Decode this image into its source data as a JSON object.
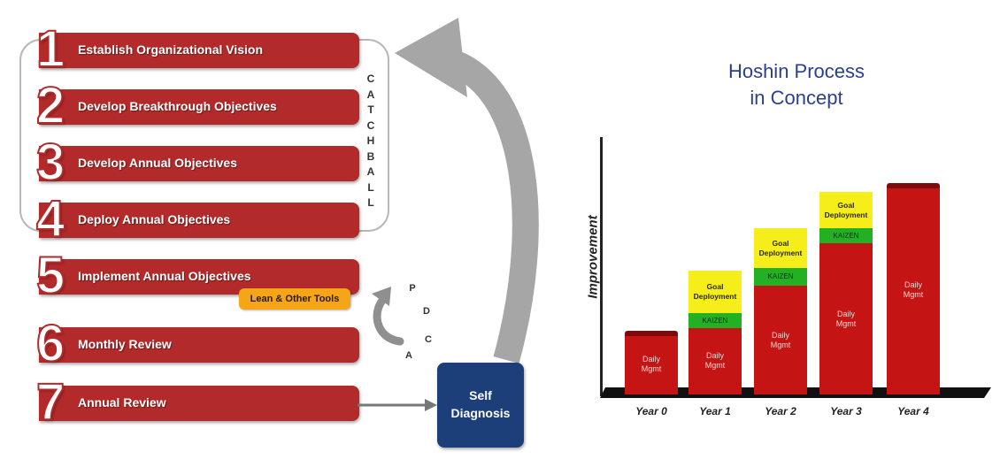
{
  "steps": [
    {
      "num": "1",
      "label": "Establish Organizational Vision"
    },
    {
      "num": "2",
      "label": "Develop Breakthrough Objectives"
    },
    {
      "num": "3",
      "label": "Develop Annual Objectives"
    },
    {
      "num": "4",
      "label": "Deploy Annual Objectives"
    },
    {
      "num": "5",
      "label": "Implement Annual Objectives"
    },
    {
      "num": "6",
      "label": "Monthly Review"
    },
    {
      "num": "7",
      "label": "Annual Review"
    }
  ],
  "catchball_letters": [
    "C",
    "A",
    "T",
    "C",
    "H",
    "B",
    "A",
    "L",
    "L"
  ],
  "lean_badge": "Lean & Other Tools",
  "pdca_letters": [
    "P",
    "D",
    "C",
    "A"
  ],
  "self_diagnosis": {
    "line1": "Self",
    "line2": "Diagnosis"
  },
  "hoshin_title": {
    "line1": "Hoshin Process",
    "line2": "in Concept"
  },
  "colors": {
    "step_red": "#b22a2a",
    "daily_mgmt": "#c41414",
    "kaizen": "#24b024",
    "goal_deployment": "#f6ee1a",
    "lean_badge": "#f5a516",
    "self_diagnosis": "#1c3f7a",
    "title_blue": "#2b3f8f"
  },
  "chart_data": {
    "type": "bar",
    "stacked": true,
    "ylabel": "Improvement",
    "xlabel": "",
    "categories": [
      "Year 0",
      "Year 1",
      "Year 2",
      "Year 3",
      "Year 4"
    ],
    "segment_labels": {
      "daily": "Daily\nMgmt",
      "kaizen": "KAIZEN",
      "goal": "Goal\nDeployment"
    },
    "series": [
      {
        "name": "Daily Mgmt",
        "values": [
          2.0,
          2.2,
          3.6,
          5.0,
          6.9
        ]
      },
      {
        "name": "KAIZEN",
        "values": [
          0,
          0.5,
          0.6,
          0.5,
          0
        ]
      },
      {
        "name": "Goal Deployment",
        "values": [
          0,
          1.4,
          1.3,
          1.2,
          0
        ]
      }
    ],
    "ylim": [
      0,
      8.5
    ],
    "grid": false,
    "legend": "none"
  }
}
